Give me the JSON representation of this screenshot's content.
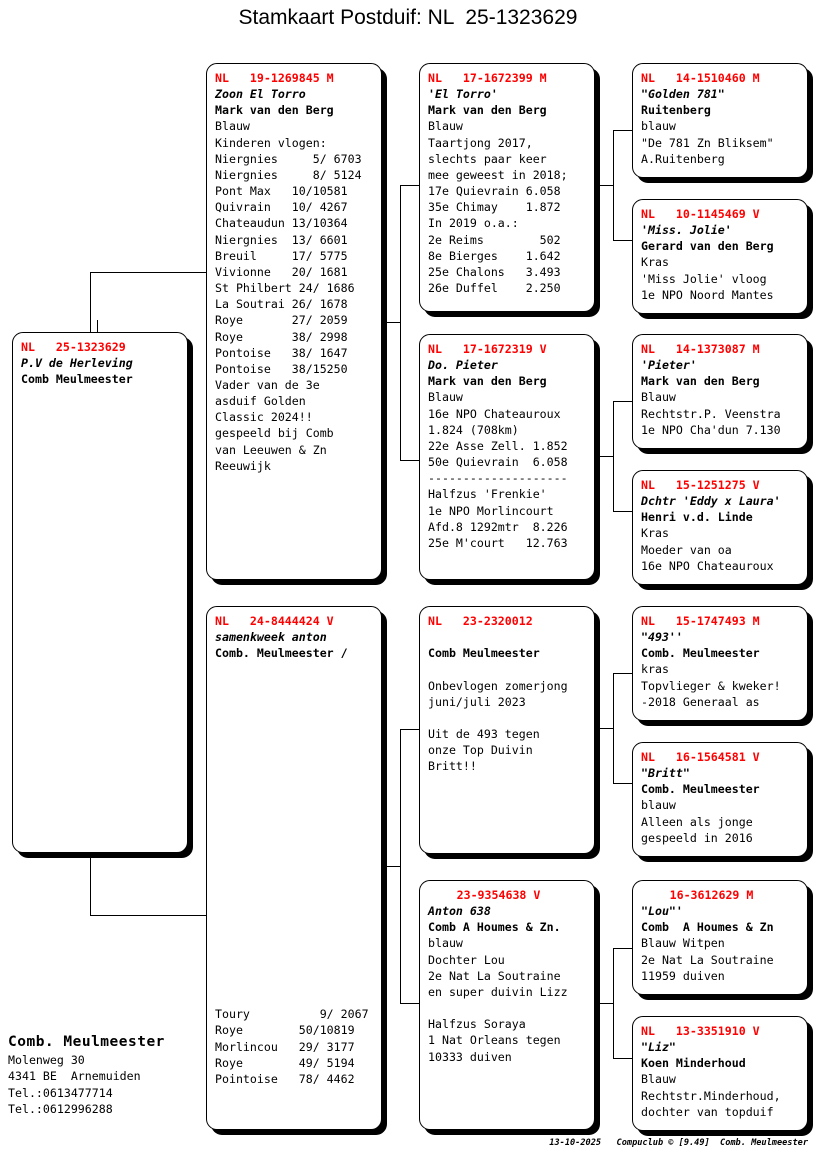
{
  "title": "Stamkaart Postduif: NL  25-1323629",
  "colors": {
    "ring": "#ff0000",
    "text": "#000000",
    "background": "#ffffff"
  },
  "subject": {
    "ring": "NL   25-1323629",
    "lines": [
      "P.V de Herleving",
      "Comb Meulmeester"
    ]
  },
  "sire": {
    "ring": "NL   19-1269845 M",
    "lines": [
      "Zoon El Torro",
      "Mark van den Berg",
      "Blauw",
      "Kinderen vlogen:",
      "Niergnies     5/ 6703",
      "Niergnies     8/ 5124",
      "Pont Max   10/10581",
      "Quivrain   10/ 4267",
      "Chateaudun 13/10364",
      "Niergnies  13/ 6601",
      "Breuil     17/ 5775",
      "Vivionne   20/ 1681",
      "St Philbert 24/ 1686",
      "La Soutrai 26/ 1678",
      "Roye       27/ 2059",
      "Roye       38/ 2998",
      "Pontoise   38/ 1647",
      "Pontoise   38/15250",
      "Vader van de 3e",
      "asduif Golden",
      "Classic 2024!!",
      "gespeeld bij Comb",
      "van Leeuwen & Zn",
      "Reeuwijk"
    ]
  },
  "dam": {
    "ring": "NL   24-8444424 V",
    "lines": [
      "samenkweek anton",
      "Comb. Meulmeester /"
    ],
    "results": [
      "Toury          9/ 2067",
      "Roye        50/10819",
      "Morlincou   29/ 3177",
      "Roye        49/ 5194",
      "Pointoise   78/ 4462"
    ]
  },
  "gen2": [
    {
      "ring": "NL   17-1672399 M",
      "lines": [
        "'El Torro'",
        "Mark van den Berg",
        "Blauw",
        "Taartjong 2017,",
        "slechts paar keer",
        "mee geweest in 2018;",
        "17e Quievrain 6.058",
        "35e Chimay    1.872",
        "In 2019 o.a.:",
        "2e Reims        502",
        "8e Bierges    1.642",
        "25e Chalons   3.493",
        "26e Duffel    2.250"
      ]
    },
    {
      "ring": "NL   17-1672319 V",
      "lines": [
        "Do. Pieter",
        "Mark van den Berg",
        "Blauw",
        "16e NPO Chateauroux",
        "1.824 (708km)",
        "22e Asse Zell. 1.852",
        "50e Quievrain  6.058",
        "--------------------",
        "Halfzus 'Frenkie'",
        "1e NPO Morlincourt",
        "Afd.8 1292mtr  8.226",
        "25e M'court   12.763"
      ]
    },
    {
      "ring": "NL   23-2320012",
      "lines": [
        "",
        "Comb Meulmeester",
        "",
        "Onbevlogen zomerjong",
        "juni/juli 2023",
        "",
        "Uit de 493 tegen",
        "onze Top Duivin",
        "Britt!!"
      ]
    },
    {
      "ring": "23-9354638 V",
      "ring_centered": true,
      "lines": [
        "Anton 638",
        "Comb A Houmes & Zn.",
        "blauw",
        "Dochter Lou",
        "2e Nat La Soutraine",
        "en super duivin Lizz",
        "",
        "Halfzus Soraya",
        "1 Nat Orleans tegen",
        "10333 duiven"
      ]
    }
  ],
  "gen3": [
    {
      "ring": "NL   14-1510460 M",
      "lines": [
        "\"Golden 781\"",
        "Ruitenberg",
        "blauw",
        "\"De 781 Zn Bliksem\"",
        "A.Ruitenberg"
      ]
    },
    {
      "ring": "NL   10-1145469 V",
      "lines": [
        "'Miss. Jolie'",
        "Gerard van den Berg",
        "Kras",
        "'Miss Jolie' vloog",
        "1e NPO Noord Mantes"
      ]
    },
    {
      "ring": "NL   14-1373087 M",
      "lines": [
        "'Pieter'",
        "Mark van den Berg",
        "Blauw",
        "Rechtstr.P. Veenstra",
        "1e NPO Cha'dun 7.130"
      ]
    },
    {
      "ring": "NL   15-1251275 V",
      "lines": [
        "Dchtr 'Eddy x Laura'",
        "Henri v.d. Linde",
        "Kras",
        "Moeder van oa",
        "16e NPO Chateauroux"
      ]
    },
    {
      "ring": "NL   15-1747493 M",
      "lines": [
        "\"493''",
        "Comb. Meulmeester",
        "kras",
        "Topvlieger & kweker!",
        "-2018 Generaal as"
      ]
    },
    {
      "ring": "NL   16-1564581 V",
      "lines": [
        "\"Britt\"",
        "Comb. Meulmeester",
        "blauw",
        "Alleen als jonge",
        "gespeeld in 2016"
      ]
    },
    {
      "ring": "16-3612629 M",
      "ring_centered": true,
      "lines": [
        "\"Lou\"'",
        "Comb  A Houmes & Zn",
        "Blauw Witpen",
        "2e Nat La Soutraine",
        "11959 duiven"
      ]
    },
    {
      "ring": "NL   13-3351910 V",
      "lines": [
        "\"Liz\"",
        "Koen Minderhoud",
        "Blauw",
        "Rechtstr.Minderhoud,",
        "dochter van topduif"
      ]
    }
  ],
  "owner": {
    "name": "Comb. Meulmeester",
    "lines": [
      "Molenweg 30",
      "4341 BE  Arnemuiden",
      "Tel.:0613477714",
      "Tel.:0612996288"
    ]
  },
  "footer": "13-10-2025   Compuclub © [9.49]  Comb. Meulmeester"
}
